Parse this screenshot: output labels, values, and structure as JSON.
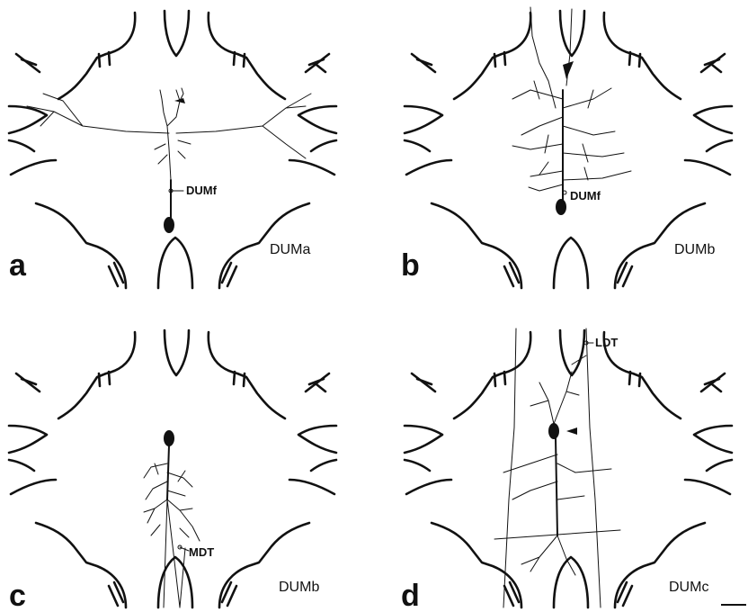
{
  "panels": [
    {
      "letter": "a",
      "cell_type": "DUMa",
      "tract_label": "DUMf"
    },
    {
      "letter": "b",
      "cell_type": "DUMb",
      "tract_label": "DUMf"
    },
    {
      "letter": "c",
      "cell_type": "DUMb",
      "tract_label": "MDT"
    },
    {
      "letter": "d",
      "cell_type": "DUMc",
      "tract_label": "LDT"
    }
  ],
  "colors": {
    "ink": "#111111",
    "background": "#ffffff"
  }
}
